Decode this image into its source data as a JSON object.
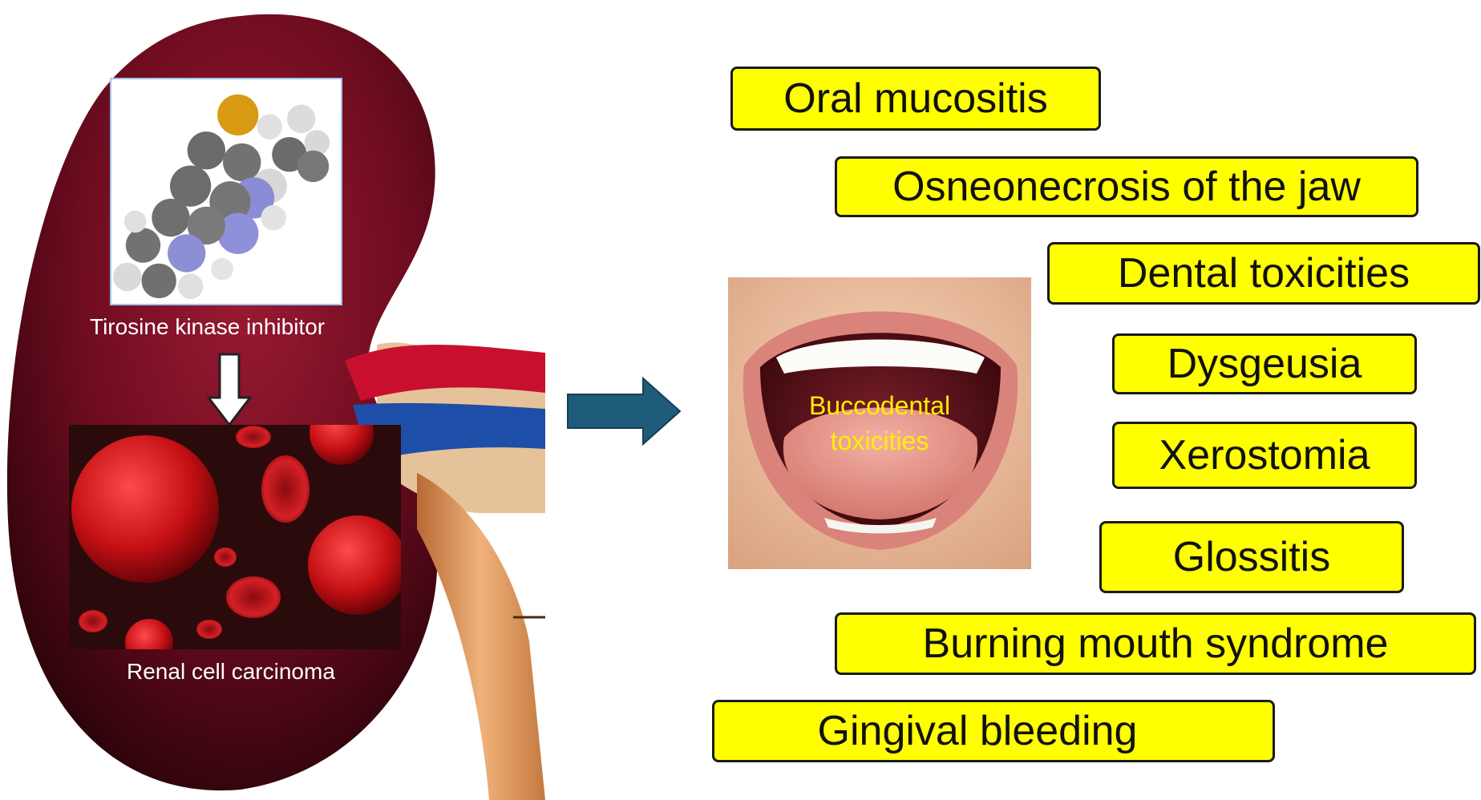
{
  "left_panel": {
    "molecule_caption": "Tirosine kinase inhibitor",
    "cells_caption": "Renal cell carcinoma"
  },
  "center": {
    "mouth_label_line1": "Buccodental",
    "mouth_label_line2": "toxicities"
  },
  "toxicities": [
    {
      "label": "Oral mucositis"
    },
    {
      "label": "Osneonecrosis of the jaw"
    },
    {
      "label": "Dental toxicities"
    },
    {
      "label": "Dysgeusia"
    },
    {
      "label": "Xerostomia"
    },
    {
      "label": "Glossitis"
    },
    {
      "label": "Burning mouth syndrome"
    },
    {
      "label": "Gingival bleeding"
    }
  ],
  "colors": {
    "kidney": "#7a0d1f",
    "box_fill": "#ffff00",
    "box_border": "#1a1a1a",
    "arrow": "#1f5c7a",
    "mouth_label": "#ffee00",
    "artery": "#c8102e",
    "vein": "#1e4fa8",
    "ureter": "#d9985a"
  }
}
